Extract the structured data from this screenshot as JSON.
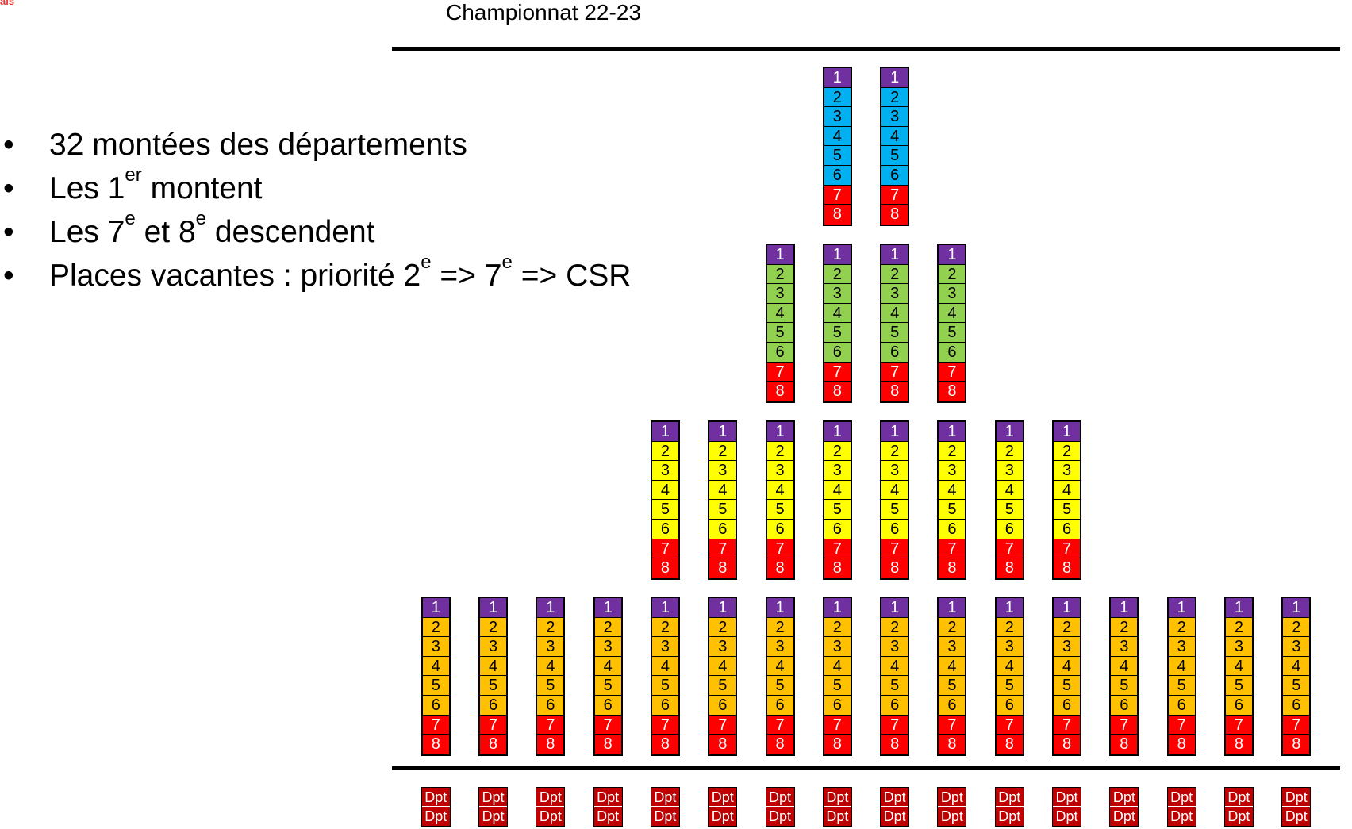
{
  "corner_mark": "ais",
  "title": "Championnat 22-23",
  "bullets": [
    {
      "bullet": "•",
      "parts": [
        {
          "t": "32 montées des départements"
        }
      ]
    },
    {
      "bullet": "•",
      "parts": [
        {
          "t": "Les 1"
        },
        {
          "sup": "er"
        },
        {
          "t": " montent"
        }
      ]
    },
    {
      "bullet": "•",
      "parts": [
        {
          "t": "Les 7"
        },
        {
          "sup": "e"
        },
        {
          "t": " et 8"
        },
        {
          "sup": "e"
        },
        {
          "t": " descendent"
        }
      ]
    },
    {
      "bullet": "•",
      "parts": [
        {
          "t": "Places vacantes : priorité 2"
        },
        {
          "sup": "e"
        },
        {
          "t": " => 7"
        },
        {
          "sup": "e"
        },
        {
          "t": " => CSR"
        }
      ]
    }
  ],
  "division_palette": {
    "first": "#7030a0",
    "relegation": "#ff0000",
    "departmental": "#c00000"
  },
  "divisions": [
    {
      "name": "level-1",
      "groups": 2,
      "color": "#00b0f0",
      "ranks": [
        "1",
        "2",
        "3",
        "4",
        "5",
        "6",
        "7",
        "8"
      ]
    },
    {
      "name": "level-2",
      "groups": 4,
      "color": "#92d050",
      "ranks": [
        "1",
        "2",
        "3",
        "4",
        "5",
        "6",
        "7",
        "8"
      ]
    },
    {
      "name": "level-3",
      "groups": 8,
      "color": "#ffff00",
      "ranks": [
        "1",
        "2",
        "3",
        "4",
        "5",
        "6",
        "7",
        "8"
      ]
    },
    {
      "name": "level-4",
      "groups": 16,
      "color": "#ffc000",
      "ranks": [
        "1",
        "2",
        "3",
        "4",
        "5",
        "6",
        "7",
        "8"
      ]
    }
  ],
  "departments": {
    "count": 16,
    "labels": [
      "Dpt",
      "Dpt"
    ]
  }
}
